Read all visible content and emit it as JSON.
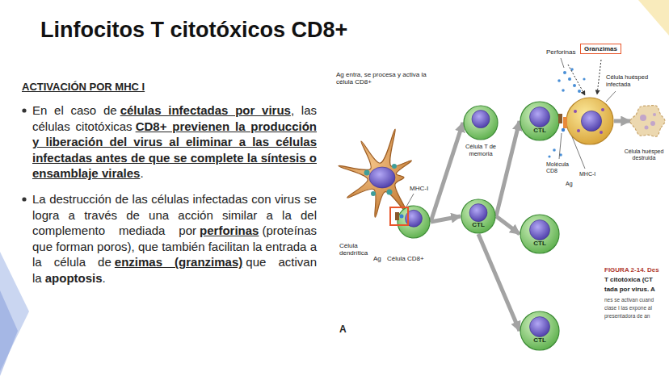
{
  "diagram": {
    "title": "Linfocitos T citotóxicos CD8+",
    "nodes": [
      {
        "text": [
          "Célula dendrítica"
        ]
      },
      {
        "text": [
          "Célula CD8+"
        ]
      },
      {
        "text": [
          "Célula T de memoria"
        ]
      },
      {
        "text": [
          "CTL"
        ]
      },
      {
        "text": [
          "CTL"
        ]
      },
      {
        "text": [
          "CTL"
        ]
      },
      {
        "text": [
          "CTL"
        ]
      },
      {
        "text": [
          "Célula huésped infectada"
        ]
      },
      {
        "text": [
          "Granzimas"
        ]
      },
      {
        "text": [
          "Célula huésped destruida"
        ]
      }
    ],
    "edges": [
      {
        "from": 1,
        "to": 2,
        "arrow": "to"
      },
      {
        "from": 1,
        "to": 3,
        "arrow": "to"
      },
      {
        "from": 3,
        "to": 4,
        "arrow": "to"
      },
      {
        "from": 3,
        "to": 5,
        "arrow": "to"
      },
      {
        "from": 3,
        "to": 6,
        "arrow": "to"
      },
      {
        "from": 7,
        "to": 9,
        "arrow": "to"
      }
    ],
    "labels": [
      "ACTIVACIÓN POR MHC I",
      "En el caso de",
      "células infectadas por virus",
      ", las células citotóxicas",
      "CD8+ previenen la producción y liberación del virus al eliminar a las células infectadas antes de que se complete la síntesis o ensamblaje virales",
      ".",
      "La destrucción de las células infectadas con virus se logra a través de una acción similar a la del complemento mediada por",
      "perforinas",
      "(proteínas que forman poros), que también facilitan la entrada a la célula de",
      "enzimas (granzimas)",
      "que activan la",
      "apoptosis",
      ".",
      "Ag entra, se procesa y activa la célula CD8+",
      "MHC-I",
      "Ag",
      "Perforinas",
      "Molécula CD8",
      "MHC-I",
      "Ag",
      "A",
      "FIGURA 2-14. Des",
      "T citotóxica (CT",
      "tada por virus. A",
      "nes se activan cuand",
      "clase I las expone al",
      "presentadora de an"
    ]
  }
}
